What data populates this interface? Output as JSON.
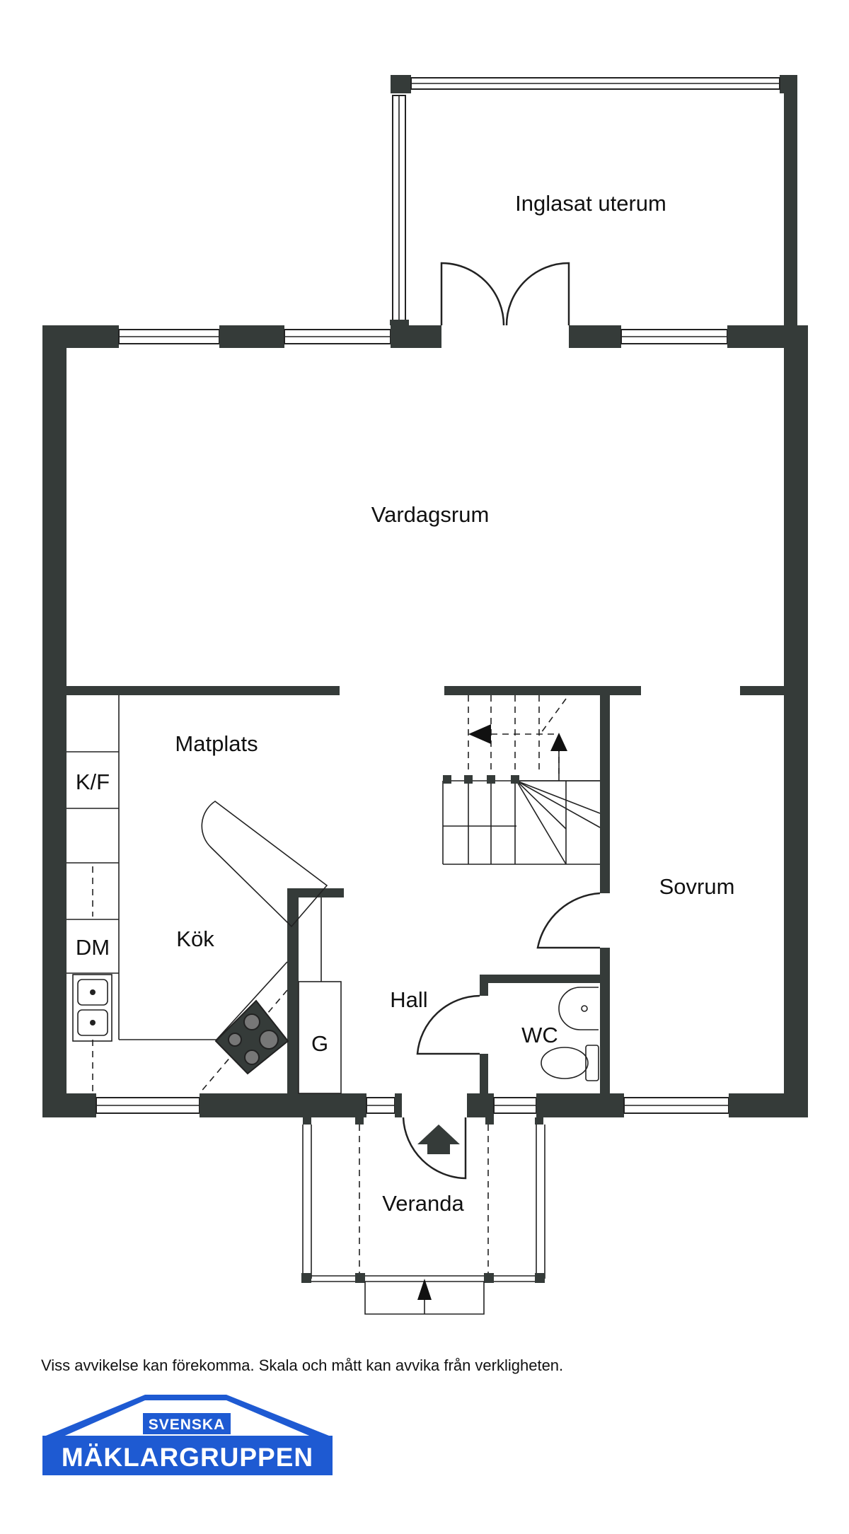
{
  "rooms": {
    "inglasat_uterum": "Inglasat uterum",
    "vardagsrum": "Vardagsrum",
    "matplats": "Matplats",
    "kok": "Kök",
    "sovrum": "Sovrum",
    "hall": "Hall",
    "wc": "WC",
    "veranda": "Veranda"
  },
  "fixtures": {
    "kf": "K/F",
    "dm": "DM",
    "g": "G"
  },
  "disclaimer": "Viss avvikelse kan förekomma. Skala och mått kan avvika från verkligheten.",
  "logo": {
    "line1": "SVENSKA",
    "line2": "MÄKLARGRUPPEN",
    "color": "#1e5ad2"
  },
  "colors": {
    "wall": "#353b39",
    "line": "#222222"
  }
}
